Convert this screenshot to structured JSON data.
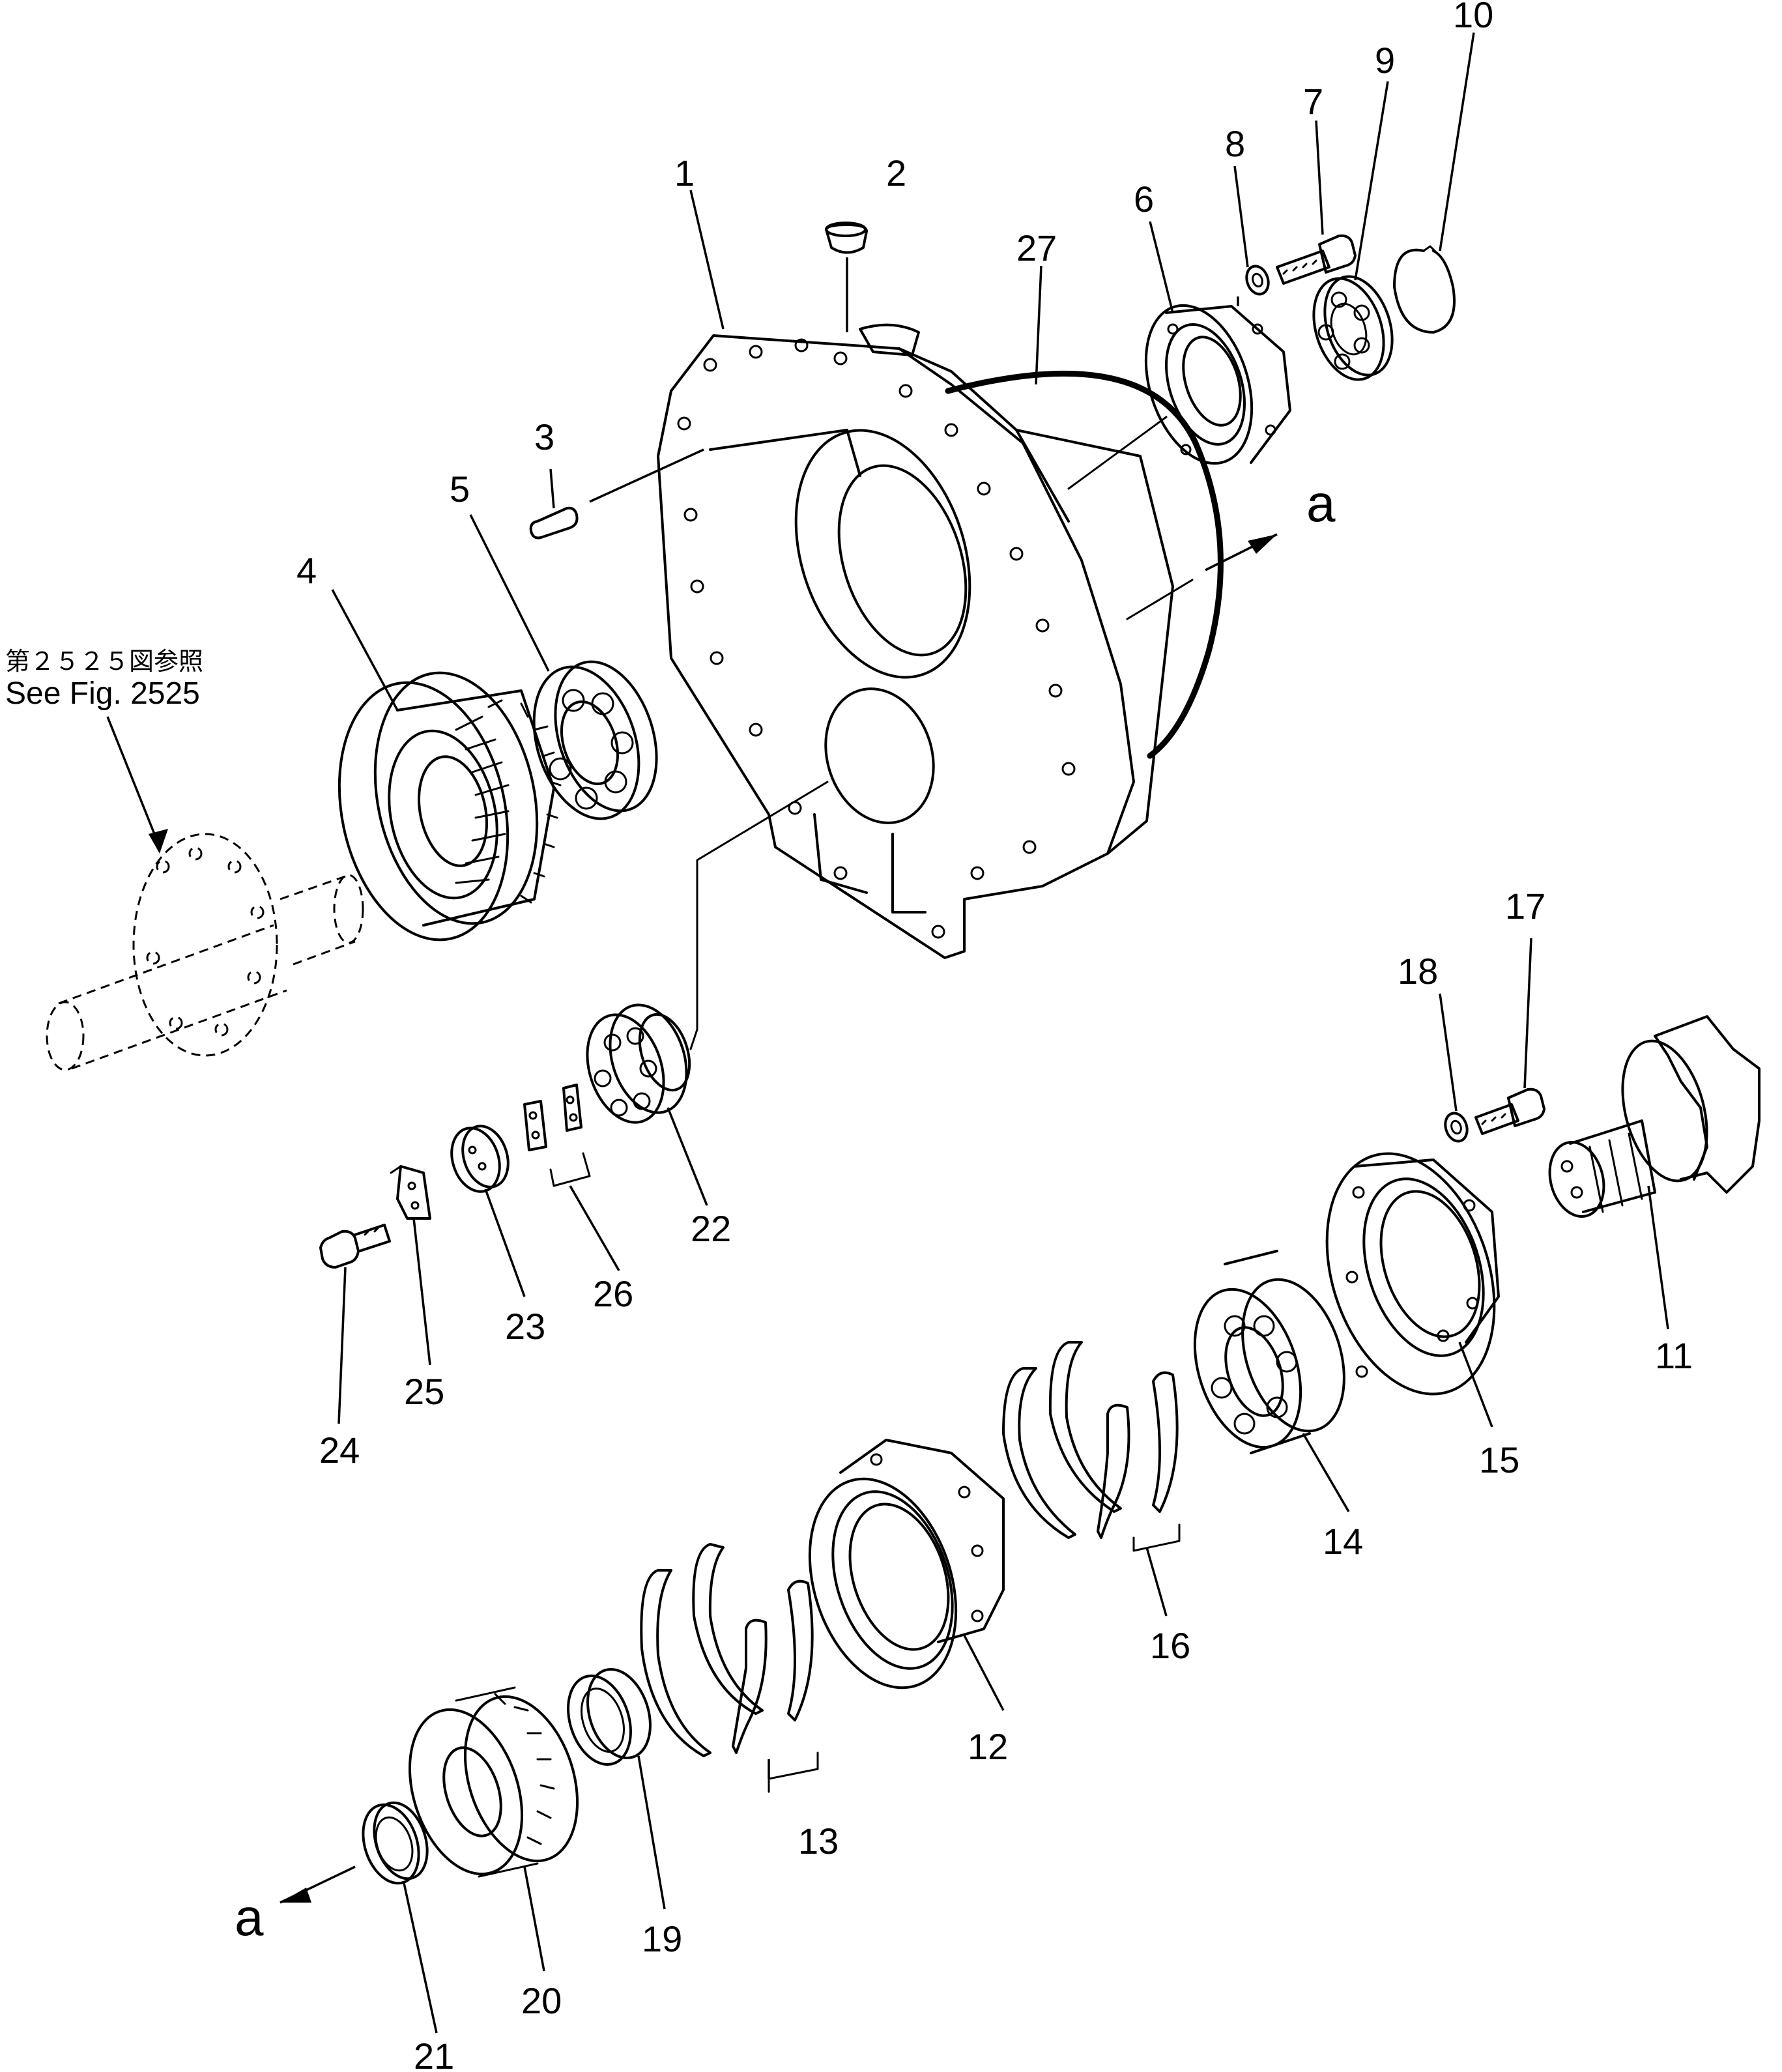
{
  "reference": {
    "line1": "第２５２５図参照",
    "line2": "See Fig. 2525"
  },
  "section_marks": {
    "upper": "a",
    "lower": "a"
  },
  "callouts": [
    {
      "id": "c1",
      "label": "1"
    },
    {
      "id": "c2",
      "label": "2"
    },
    {
      "id": "c3",
      "label": "3"
    },
    {
      "id": "c4",
      "label": "4"
    },
    {
      "id": "c5",
      "label": "5"
    },
    {
      "id": "c6",
      "label": "6"
    },
    {
      "id": "c7",
      "label": "7"
    },
    {
      "id": "c8",
      "label": "8"
    },
    {
      "id": "c9",
      "label": "9"
    },
    {
      "id": "c10",
      "label": "10"
    },
    {
      "id": "c11",
      "label": "11"
    },
    {
      "id": "c12",
      "label": "12"
    },
    {
      "id": "c13",
      "label": "13"
    },
    {
      "id": "c14",
      "label": "14"
    },
    {
      "id": "c15",
      "label": "15"
    },
    {
      "id": "c16",
      "label": "16"
    },
    {
      "id": "c17",
      "label": "17"
    },
    {
      "id": "c18",
      "label": "18"
    },
    {
      "id": "c19",
      "label": "19"
    },
    {
      "id": "c20",
      "label": "20"
    },
    {
      "id": "c21",
      "label": "21"
    },
    {
      "id": "c22",
      "label": "22"
    },
    {
      "id": "c23",
      "label": "23"
    },
    {
      "id": "c24",
      "label": "24"
    },
    {
      "id": "c25",
      "label": "25"
    },
    {
      "id": "c26",
      "label": "26"
    },
    {
      "id": "c27",
      "label": "27"
    }
  ]
}
